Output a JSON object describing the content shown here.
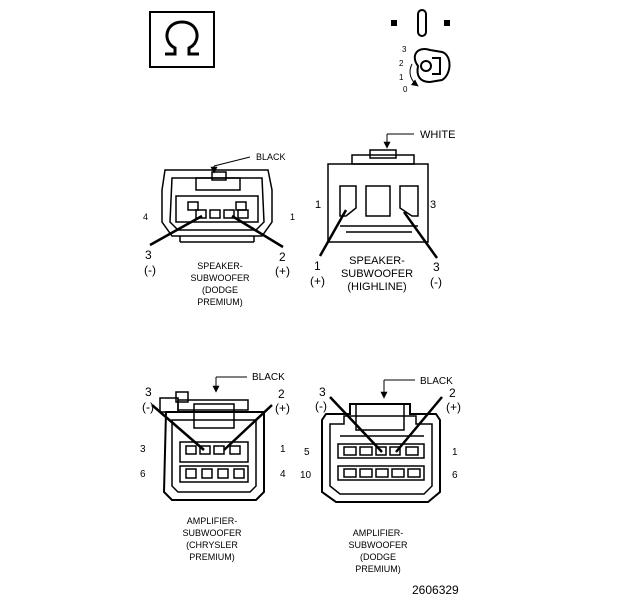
{
  "legend_area": {
    "key_positions": [
      "3",
      "2",
      "1",
      "0"
    ]
  },
  "connectors": {
    "speaker_subwoofer_dodge": {
      "color": "BLACK",
      "pin_left": "4",
      "pin_right": "1",
      "callout_left_num": "3",
      "callout_left_sign": "(-)",
      "callout_right_num": "2",
      "callout_right_sign": "(+)",
      "caption": [
        "SPEAKER-",
        "SUBWOOFER",
        "(DODGE",
        "PREMIUM)"
      ]
    },
    "speaker_subwoofer_highline": {
      "color": "WHITE",
      "pin_left": "1",
      "pin_right": "3",
      "callout_left_num": "1",
      "callout_left_sign": "(+)",
      "callout_right_num": "3",
      "callout_right_sign": "(-)",
      "caption": [
        "SPEAKER-",
        "SUBWOOFER",
        "(HIGHLINE)"
      ]
    },
    "amplifier_subwoofer_chrysler": {
      "color": "BLACK",
      "pin_top_left": "3",
      "pin_top_right": "1",
      "pin_bottom_left": "6",
      "pin_bottom_right": "4",
      "callout_left_num": "3",
      "callout_left_sign": "(-)",
      "callout_right_num": "2",
      "callout_right_sign": "(+)",
      "caption": [
        "AMPLIFIER-",
        "SUBWOOFER",
        "(CHRYSLER",
        "PREMIUM)"
      ]
    },
    "amplifier_subwoofer_dodge": {
      "color": "BLACK",
      "pin_top_left": "5",
      "pin_top_right": "1",
      "pin_bottom_left": "10",
      "pin_bottom_right": "6",
      "callout_left_num": "3",
      "callout_left_sign": "(-)",
      "callout_right_num": "2",
      "callout_right_sign": "(+)",
      "caption": [
        "AMPLIFIER-",
        "SUBWOOFER",
        "(DODGE",
        "PREMIUM)"
      ]
    }
  },
  "figure_number": "2606329"
}
